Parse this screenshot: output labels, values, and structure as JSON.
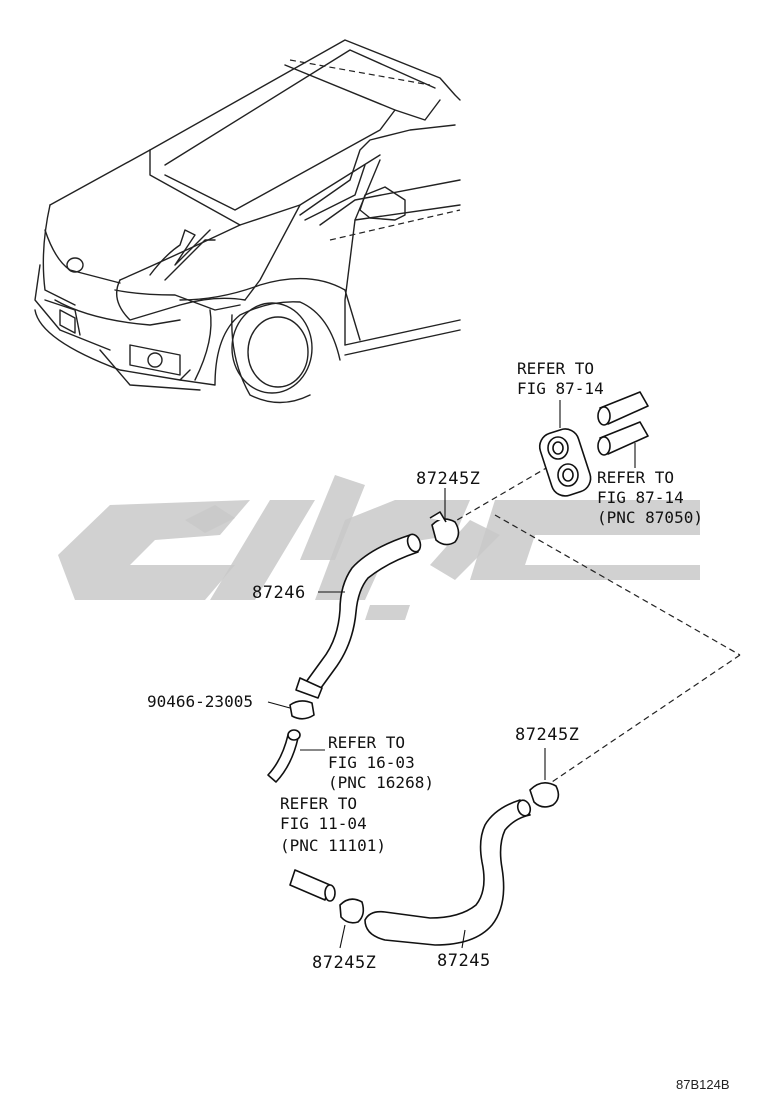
{
  "diagram_code": "87B124B",
  "labels": {
    "clamp_top": "87245Z",
    "hose_upper": "87246",
    "clip_part": "90466-23005",
    "clamp_right": "87245Z",
    "clamp_bottom": "87245Z",
    "hose_lower": "87245"
  },
  "refs": {
    "valve": {
      "line1": "REFER TO",
      "line2": "FIG 87-14"
    },
    "pipes": {
      "line1": "REFER TO",
      "line2": "FIG 87-14",
      "line3": "(PNC 87050)"
    },
    "heater": {
      "line1": "REFER TO",
      "line2": "FIG 16-03",
      "line3": "(PNC 16268)"
    },
    "engine": {
      "line1": "REFER TO",
      "line2": "FIG 11-04",
      "line3": "(PNC 11101)"
    }
  },
  "icons": [
    "vehicle-outline-icon",
    "watermark-logo-icon",
    "hose-clamp-icon",
    "water-valve-icon"
  ]
}
